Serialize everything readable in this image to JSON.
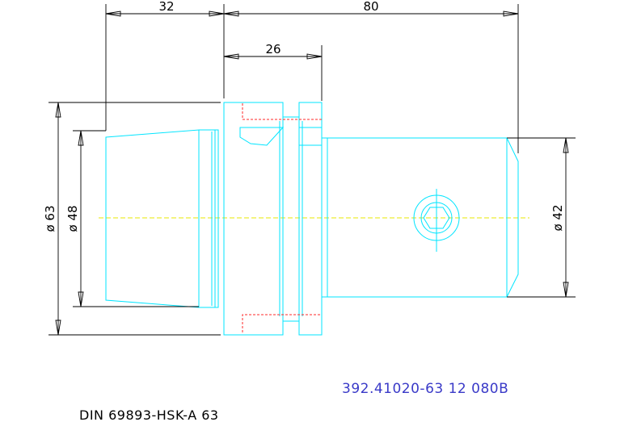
{
  "dimensions": {
    "top_left": "32",
    "top_right": "80",
    "upper": "26",
    "dia_outer": "ø 63",
    "dia_inner": "ø 48",
    "dia_shank": "ø 42"
  },
  "part_number": "392.41020-63 12 080B",
  "standard": "DIN 69893-HSK-A 63",
  "colors": {
    "part_outline": "#00e5ff",
    "hidden_lines": "#ff2a2a",
    "centerline": "#e8e800",
    "dimensions": "#000000",
    "part_number_text": "#3a3ac8"
  }
}
